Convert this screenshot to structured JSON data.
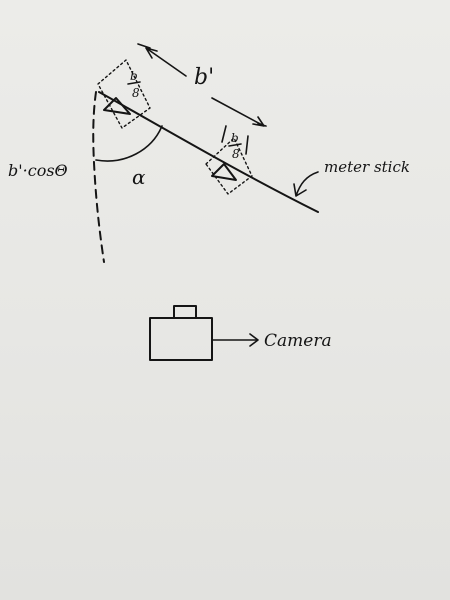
{
  "labels": {
    "b_prime": "b'",
    "b_over_8_upper_num": "b",
    "b_over_8_upper_den": "8",
    "b_over_8_lower_num": "b",
    "b_over_8_lower_den": "8",
    "b_prime_cos": "b'·cosΘ",
    "alpha": "α",
    "meter_stick": "meter stick",
    "camera": "Camera"
  }
}
